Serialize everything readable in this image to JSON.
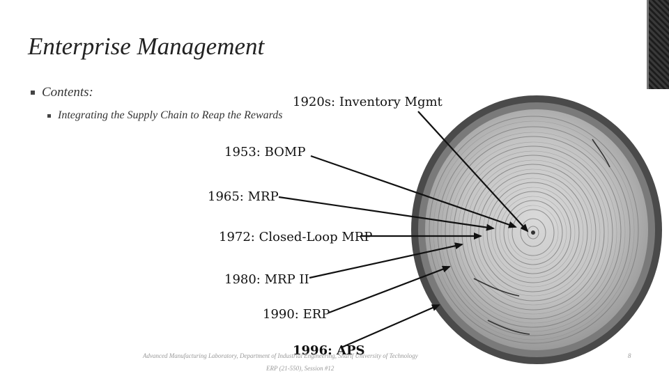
{
  "slide": {
    "title": "Enterprise Management",
    "bullets": {
      "level1": "Contents:",
      "level2": "Integrating the Supply Chain to Reap the Rewards"
    }
  },
  "figure": {
    "image": "tree-rings-cross-section",
    "labels": [
      "1920s: Inventory Mgmt",
      "1953: BOMP",
      "1965: MRP",
      "1972: Closed-Loop MRP",
      "1980: MRP II",
      "1990: ERP",
      "1996: APS"
    ]
  },
  "footer": {
    "line1": "Advanced Manufacturing Laboratory, Department of Industrial Engineering, Sharif University of Technology",
    "line2": "ERP (21-550), Session #12",
    "page_number": "8"
  },
  "decoration": {
    "corner_texture": "woven-carbon-texture"
  }
}
